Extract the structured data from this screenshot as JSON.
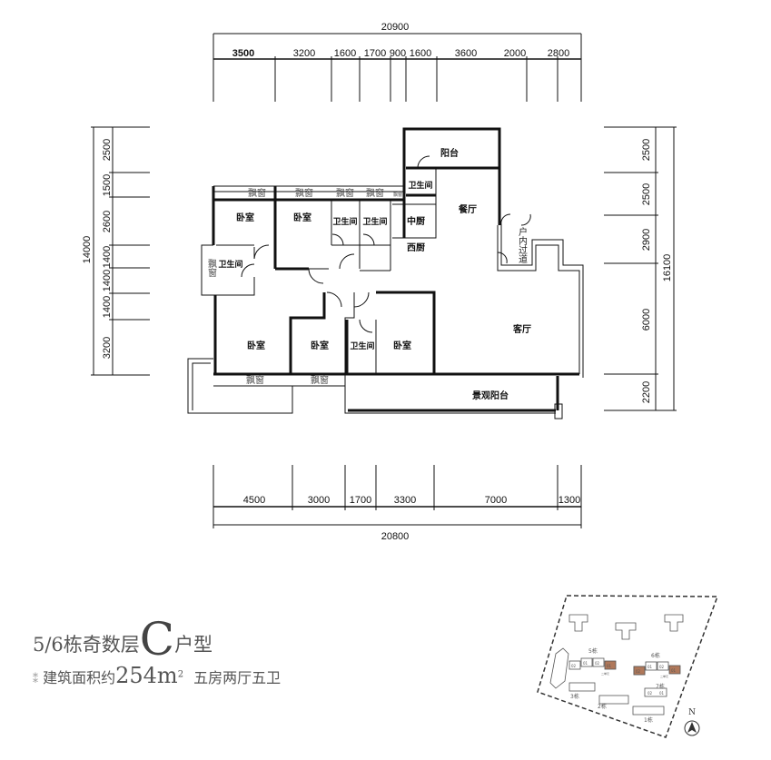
{
  "dimensions": {
    "top_total": "20900",
    "top": [
      "3500",
      "3200",
      "1600",
      "1700",
      "900",
      "1600",
      "3600",
      "2000",
      "2800"
    ],
    "left_total": "14000",
    "left": [
      "2500",
      "1500",
      "2600",
      "1400",
      "1400",
      "1400",
      "3200"
    ],
    "right_total": "16100",
    "right": [
      "2500",
      "2500",
      "2900",
      "6000",
      "2200"
    ],
    "bottom_total": "20800",
    "bottom": [
      "4500",
      "3000",
      "1700",
      "3300",
      "7000",
      "1300"
    ]
  },
  "rooms": {
    "bay_window": "飘窗",
    "bay_window_small": "飘窗",
    "bedroom": "卧室",
    "bathroom": "卫生间",
    "chinese_kitchen": "中厨",
    "western_kitchen": "西厨",
    "balcony": "阳台",
    "dining": "餐厅",
    "living": "客厅",
    "corridor": "户内过道",
    "view_balcony": "景观阳台"
  },
  "caption": {
    "title_prefix": "5/6栋奇数层",
    "unit_letter": "C",
    "title_suffix": "户型",
    "area_label": "建筑面积约",
    "area_value": "254m",
    "area_unit_sup": "2",
    "layout": "五房两厅五卫"
  },
  "site_plan": {
    "buildings": [
      "5栋",
      "6栋",
      "7栋",
      "3栋",
      "2栋",
      "1栋"
    ],
    "units": [
      "02",
      "01",
      "02",
      "01",
      "02",
      "01",
      "02",
      "01",
      "02",
      "01"
    ],
    "unit_note": "二单元",
    "north": "N",
    "highlight_color": "#b0785a"
  }
}
